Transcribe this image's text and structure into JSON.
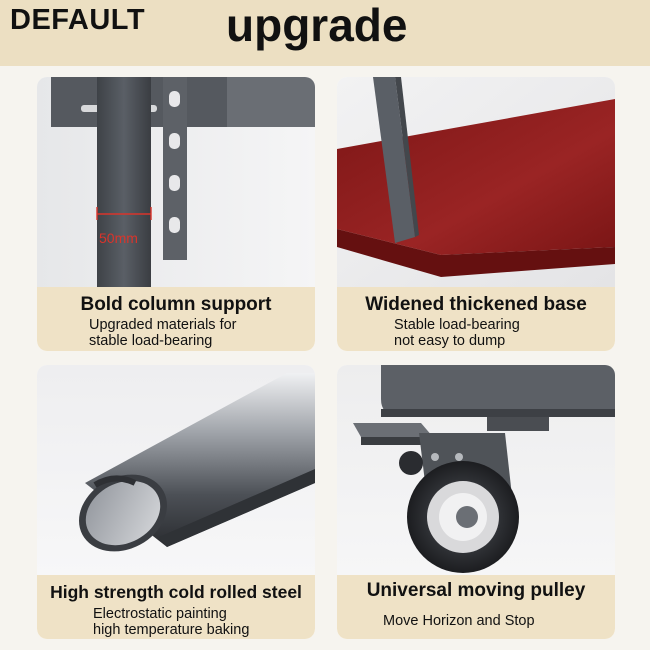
{
  "header": {
    "brand": "DEFAULT",
    "headline": "upgrade"
  },
  "cards": [
    {
      "title": "Bold column support",
      "lines": [
        "Upgraded materials for",
        "stable load-bearing"
      ],
      "annotation": "50mm",
      "icon": "column-bracket-photo"
    },
    {
      "title": "Widened thickened base",
      "lines": [
        "Stable load-bearing",
        "not easy to dump"
      ],
      "icon": "wooden-base-photo"
    },
    {
      "title": "High strength cold rolled steel",
      "lines": [
        "Electrostatic painting",
        "high temperature baking"
      ],
      "icon": "steel-tube-photo"
    },
    {
      "title": "Universal moving pulley",
      "lines": [
        "Move Horizon and Stop"
      ],
      "icon": "caster-wheel-photo"
    }
  ],
  "colors": {
    "header_bg": "#ecdfc2",
    "caption_bg": "#efe2c6",
    "base_red": "#8e1f1f",
    "steel": "#5a5f66"
  }
}
